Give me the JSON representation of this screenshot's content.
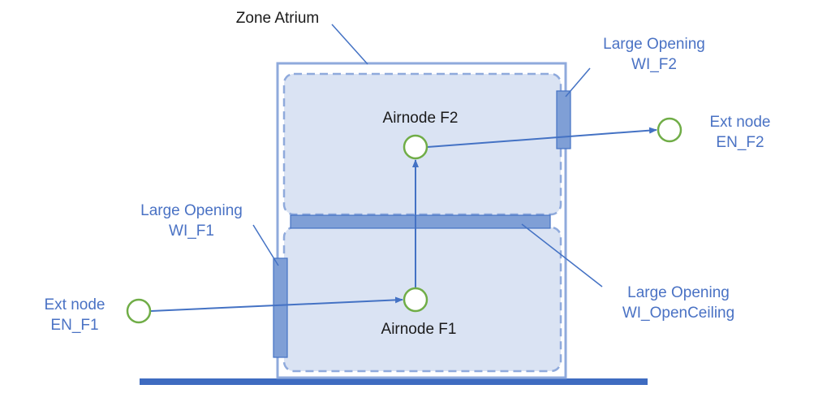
{
  "zone": {
    "label": "Zone Atrium"
  },
  "airnodes": {
    "f2": {
      "label": "Airnode F2"
    },
    "f1": {
      "label": "Airnode F1"
    }
  },
  "ext_nodes": {
    "en_f2": {
      "line1": "Ext node",
      "line2": "EN_F2"
    },
    "en_f1": {
      "line1": "Ext node",
      "line2": "EN_F1"
    }
  },
  "openings": {
    "wi_f2": {
      "line1": "Large Opening",
      "line2": "WI_F2"
    },
    "wi_f1": {
      "line1": "Large Opening",
      "line2": "WI_F1"
    },
    "wi_openceiling": {
      "line1": "Large Opening",
      "line2": "WI_OpenCeiling"
    }
  },
  "colors": {
    "accent_blue": "#4472c4",
    "label_blue": "#4a72c4",
    "node_green": "#70ad47",
    "zone_fill": "#dae3f3",
    "dash_blue": "#8faadc",
    "opening_fill": "#7f9fd6",
    "ground": "#3e6bc0"
  }
}
